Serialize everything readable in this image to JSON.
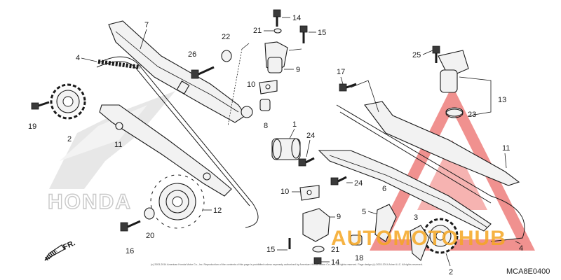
{
  "diagram": {
    "code": "MCA8E0400",
    "direction_label": "FR.",
    "brand_watermark": "HONDA",
    "overlay_watermark": "AUTOMOTOHUB",
    "copyright": "(c) 2003-2014 American Honda Motor Co., Inc. Reproduction of the contents of this page is prohibited unless expressly authorized by American Honda Motor Co., Inc. All rights reserved. Page design (c) 2003-2014 Arinet LLC. All rights reserved.",
    "colors": {
      "ink": "#1a1a1a",
      "watermark_red": "#e53935",
      "watermark_orange": "#f5a623",
      "part_fill": "#f2f2f2"
    }
  },
  "callouts": {
    "c1": "1",
    "c2a": "2",
    "c2b": "2",
    "c3": "3",
    "c4a": "4",
    "c4b": "4",
    "c5": "5",
    "c6": "6",
    "c7": "7",
    "c8": "8",
    "c9a": "9",
    "c9b": "9",
    "c10a": "10",
    "c10b": "10",
    "c11a": "11",
    "c11b": "11",
    "c12": "12",
    "c13": "13",
    "c14a": "14",
    "c14b": "14",
    "c15a": "15",
    "c15b": "15",
    "c16": "16",
    "c17": "17",
    "c18": "18",
    "c19": "19",
    "c20": "20",
    "c21a": "21",
    "c21b": "21",
    "c22": "22",
    "c23": "23",
    "c24a": "24",
    "c24b": "24",
    "c25": "25",
    "c26": "26"
  }
}
